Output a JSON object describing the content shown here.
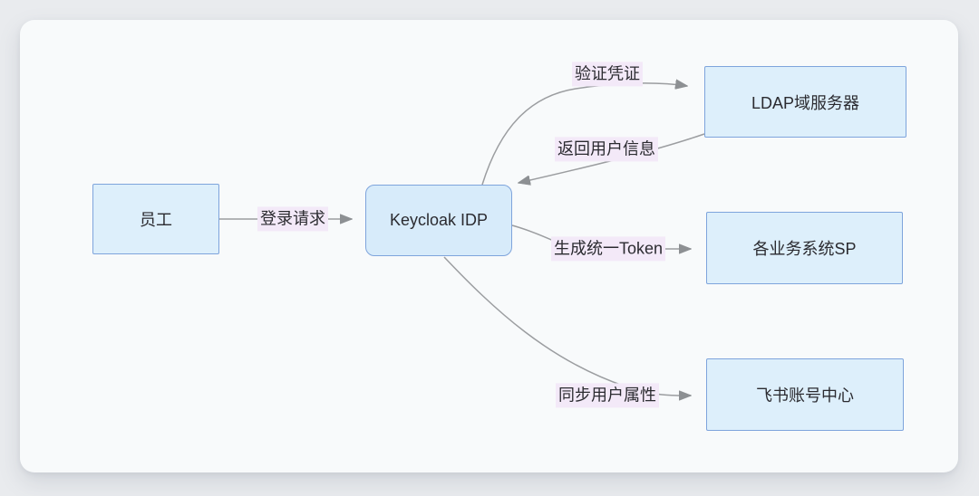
{
  "page": {
    "background": "#e9ebee",
    "card_background": "#f8fafb"
  },
  "diagram": {
    "type": "flowchart",
    "direction": "left-to-right",
    "colors": {
      "node_fill": "#ddeffb",
      "keycloak_node_fill": "#d7ebfa",
      "node_border": "#7ea4dc",
      "edge_line": "#9b9da0",
      "arrowhead": "#8d9093",
      "edge_label_bg": "#f3e9f8",
      "text": "#2b2b30"
    },
    "nodes": [
      {
        "id": "employee",
        "label": "员工",
        "shape": "rect"
      },
      {
        "id": "keycloak",
        "label": "Keycloak IDP",
        "shape": "rounded"
      },
      {
        "id": "ldap",
        "label": "LDAP域服务器",
        "shape": "rect"
      },
      {
        "id": "sp",
        "label": "各业务系统SP",
        "shape": "rect"
      },
      {
        "id": "feishu",
        "label": "飞书账号中心",
        "shape": "rect"
      }
    ],
    "edges": [
      {
        "from": "employee",
        "to": "keycloak",
        "label": "登录请求"
      },
      {
        "from": "keycloak",
        "to": "ldap",
        "label": "验证凭证"
      },
      {
        "from": "ldap",
        "to": "keycloak",
        "label": "返回用户信息"
      },
      {
        "from": "keycloak",
        "to": "sp",
        "label": "生成统一Token"
      },
      {
        "from": "keycloak",
        "to": "feishu",
        "label": "同步用户属性"
      }
    ]
  }
}
